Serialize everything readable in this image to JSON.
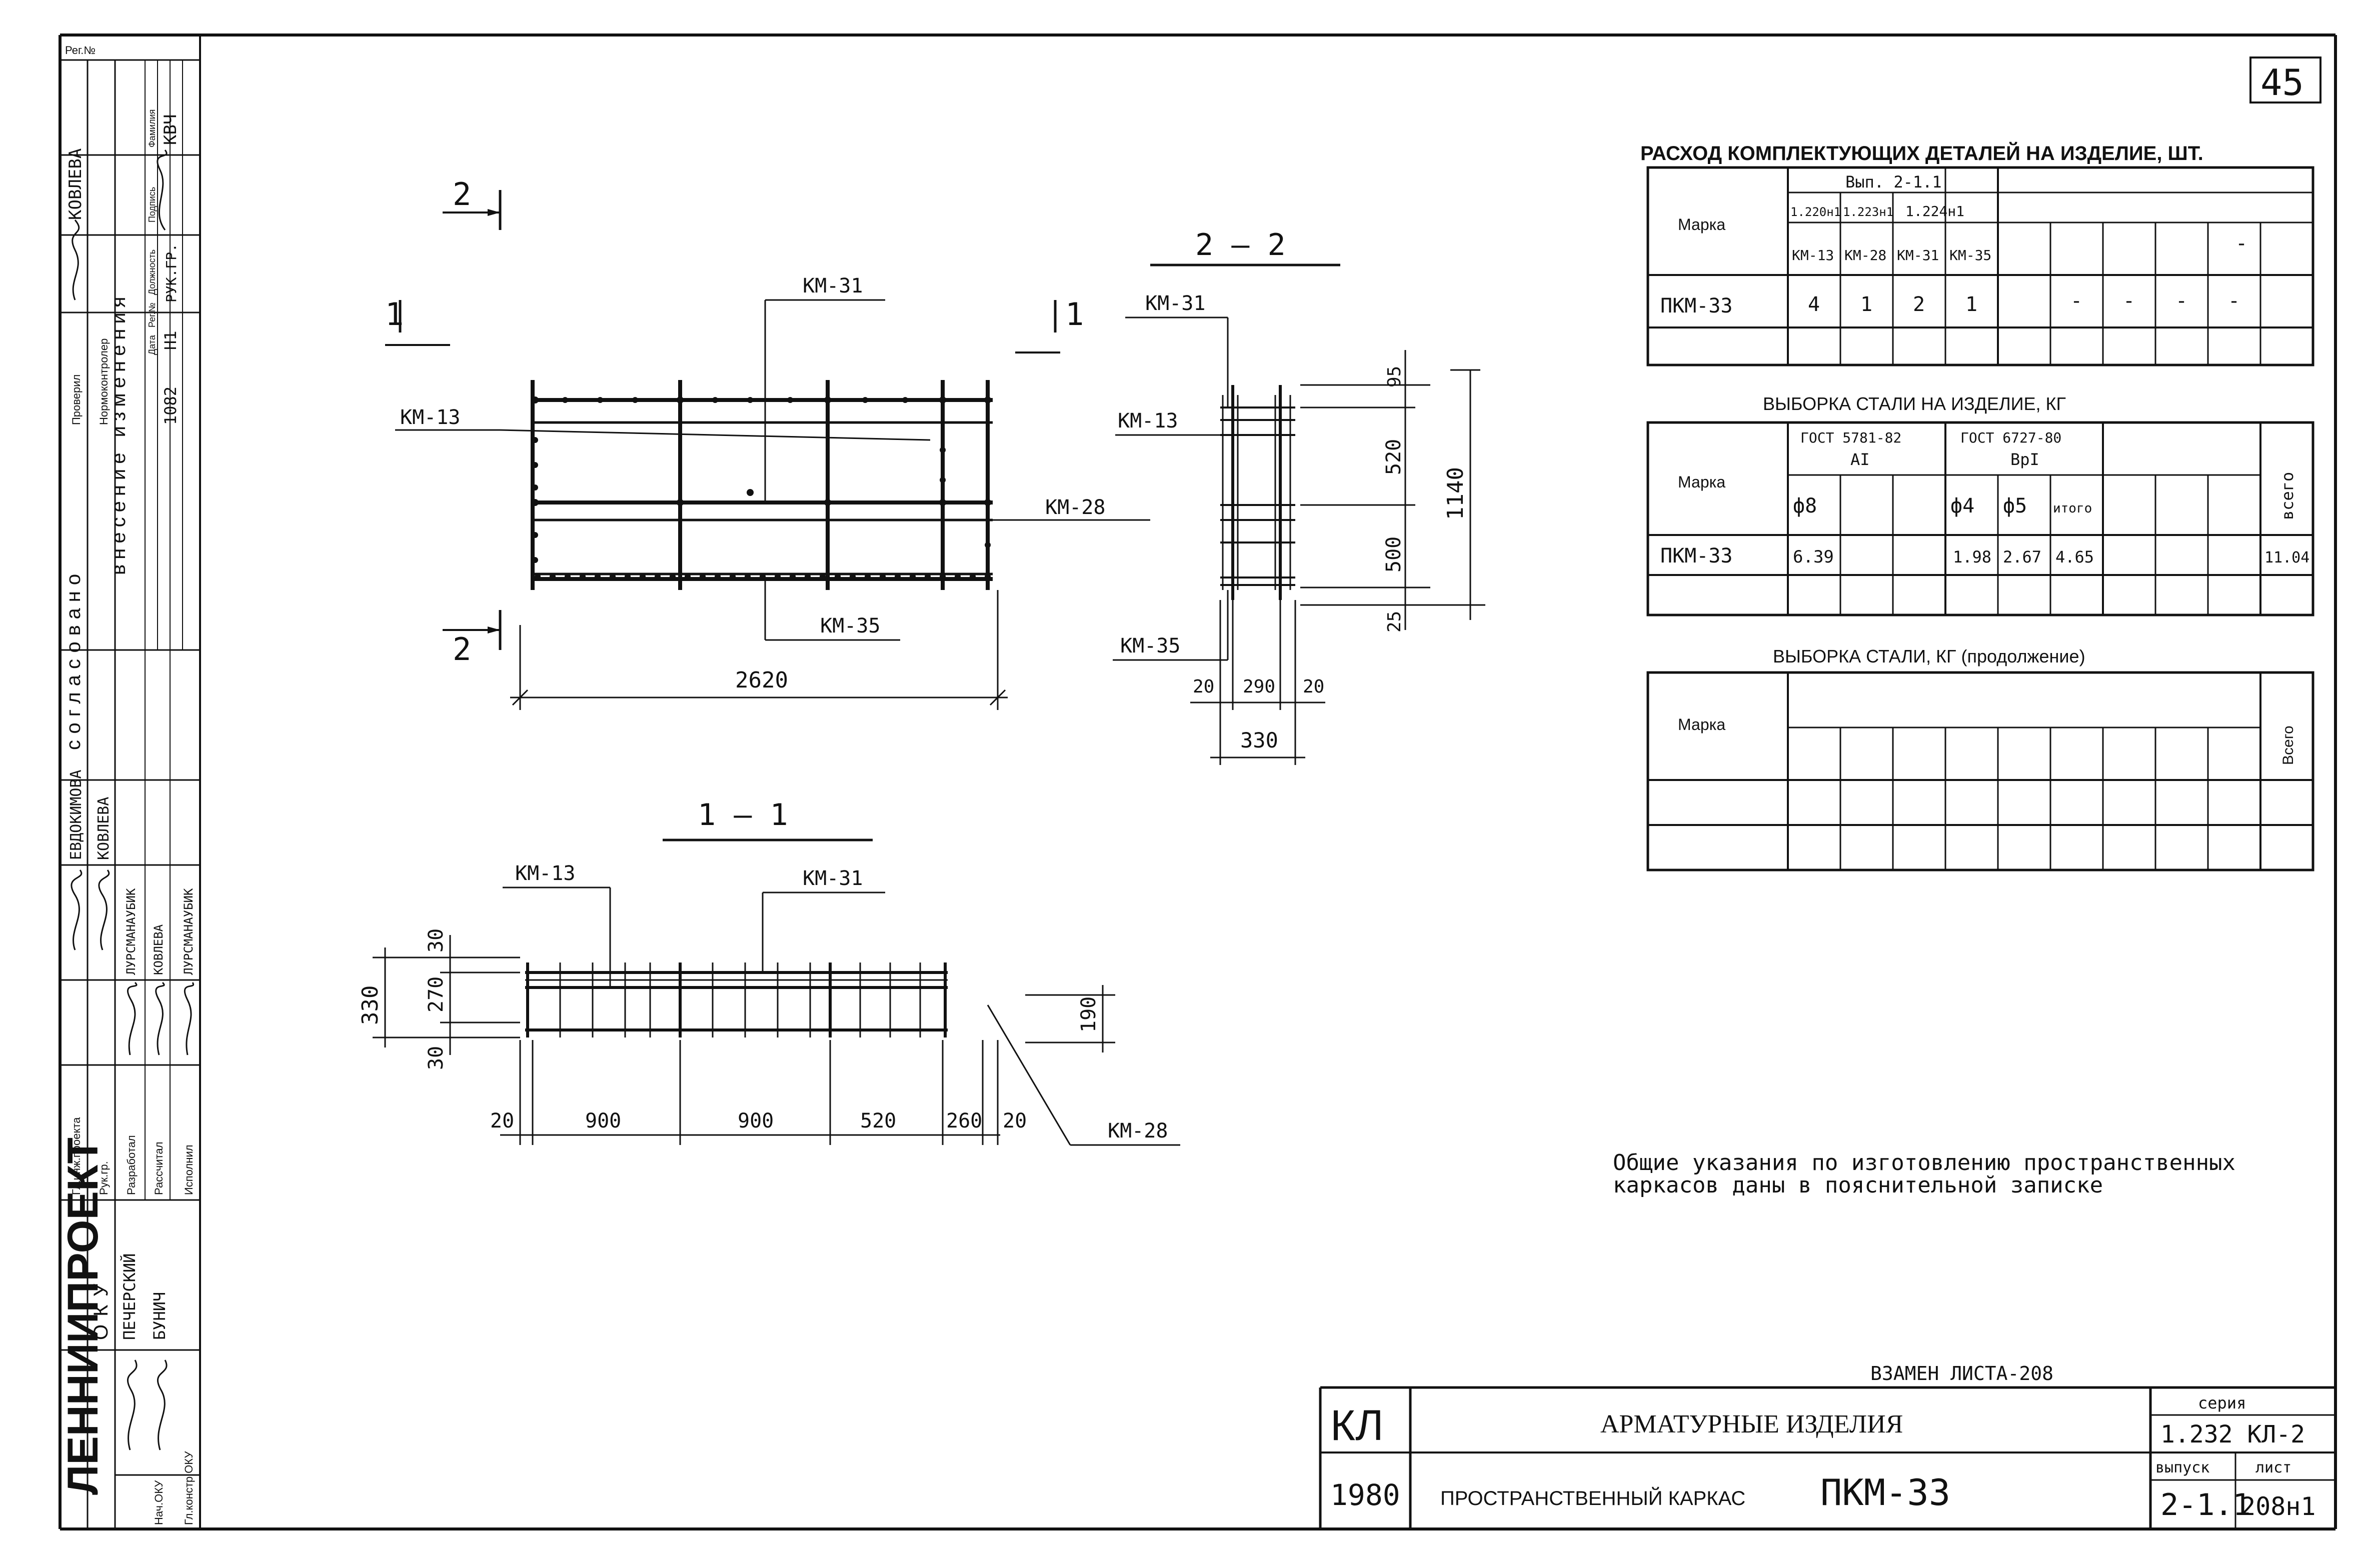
{
  "sheet_number": "45",
  "stamp": {
    "reg_no": "Рег.№",
    "changes_title": "внесение изменения",
    "changes_cols": [
      "Дата",
      "Рег.№",
      "Должность",
      "Подпись",
      "Фамилия"
    ],
    "change_row": {
      "date": "1082",
      "reg": "Н1",
      "position": "РУК.ГР.",
      "surname": "КВЧ"
    },
    "check_roles": [
      "Проверил",
      "Нормоконтролер"
    ],
    "check_names": [
      "КОВЛЕВА"
    ],
    "agreed": "согласовано",
    "dev_roles": [
      "Гл.инж.проекта",
      "Рук.гр.",
      "Разработал",
      "Рассчитал",
      "Исполнил"
    ],
    "dev_names": [
      "ЕВДОКИМОВА",
      "КОВЛЕВА",
      "ЛУРСМАНАУБИК",
      "КОВЛЕВА",
      "ЛУРСМАНАУБИК"
    ],
    "oku": "ОКУ",
    "oku_roles": [
      "Нач.ОКУ",
      "Гл.констр.ОКУ"
    ],
    "oku_names": [
      "ПЕЧЕРСКИЙ",
      "БУНИЧ"
    ],
    "org": "ЛЕННИИПРОЕКТ"
  },
  "plan": {
    "section_2_mark": "2",
    "section_1_mark": "1",
    "labels": {
      "km13": "КМ-13",
      "km31": "КМ-31",
      "km28": "КМ-28",
      "km35": "КМ-35"
    },
    "length": "2620"
  },
  "section_22": {
    "title": "2 — 2",
    "labels": {
      "km31": "КМ-31",
      "km13": "КМ-13",
      "km35": "КМ-35"
    },
    "dims_v": [
      "95",
      "520",
      "500",
      "25"
    ],
    "overall_v": "1140",
    "dims_h": [
      "20",
      "290",
      "20"
    ],
    "overall_h": "330"
  },
  "section_11": {
    "title": "1 — 1",
    "labels": {
      "km13": "КМ-13",
      "km31": "КМ-31",
      "km28": "КМ-28"
    },
    "dims_left": [
      "330",
      "30",
      "270",
      "30"
    ],
    "dim_right": "190",
    "dims_bottom": [
      "20",
      "900",
      "900",
      "520",
      "260",
      "20"
    ]
  },
  "parts_table": {
    "title": "РАСХОД КОМПЛЕКТУЮЩИХ ДЕТАЛЕЙ НА ИЗДЕЛИЕ, ШТ.",
    "marka": "Марка",
    "issue": "Вып. 2-1.1",
    "groups": [
      "1.220н1",
      "1.223н1",
      "1.224н1"
    ],
    "cols": [
      "КМ-13",
      "КМ-28",
      "КМ-31",
      "КМ-35"
    ],
    "row_mark": "ПКМ-33",
    "row_values": [
      "4",
      "1",
      "2",
      "1"
    ],
    "dashes": [
      "-",
      "-",
      "-",
      "-",
      "-"
    ]
  },
  "steel_table": {
    "title": "ВЫБОРКА СТАЛИ НА ИЗДЕЛИЕ, КГ",
    "marka": "Марка",
    "gost1": "ГОСТ 5781-82",
    "gost1_class": "АI",
    "gost2": "ГОСТ 6727-80",
    "gost2_class": "ВрI",
    "cols": [
      "ф8",
      "ф4",
      "ф5",
      "итого"
    ],
    "total": "всего",
    "row_mark": "ПКМ-33",
    "row_values": [
      "6.39",
      "1.98",
      "2.67",
      "4.65",
      "11.04"
    ]
  },
  "steel_table2": {
    "title": "ВЫБОРКА СТАЛИ, КГ (продолжение)",
    "marka": "Марка",
    "total": "Всего"
  },
  "note": [
    "Общие указания по изготовлению пространственных",
    "каркасов даны в пояснительной записке"
  ],
  "title_block": {
    "replace": "ВЗАМЕН ЛИСТА-208",
    "code": "КЛ",
    "year": "1980",
    "product_group": "АРМАТУРНЫЕ ИЗДЕЛИЯ",
    "product_prefix": "ПРОСТРАНСТВЕННЫЙ КАРКАС",
    "product_mark": "ПКМ-33",
    "series_label": "серия",
    "series": "1.232 КЛ-2",
    "issue_label": "выпуск",
    "issue": "2-1.1",
    "sheet_label": "лист",
    "sheet": "208н1"
  }
}
